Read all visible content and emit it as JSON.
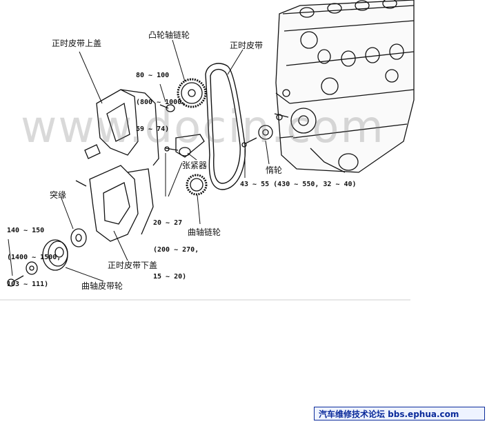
{
  "labels": {
    "upper_cover": "正时皮带上盖",
    "cam_sprocket": "凸轮轴链轮",
    "timing_belt": "正时皮带",
    "tensioner": "张紧器",
    "idler": "惰轮",
    "flange": "突缘",
    "crank_sprocket": "曲轴链轮",
    "lower_cover": "正时皮带下盖",
    "crank_pulley": "曲轴皮带轮"
  },
  "torques": {
    "cam": [
      "80 ~ 100",
      "(800 ~ 1000,",
      "59 ~ 74)"
    ],
    "tensioner": [
      "20 ~ 27",
      "(200 ~ 270,",
      "15 ~ 20)"
    ],
    "crank": [
      "140 ~ 150",
      "(1400 ~ 1500,",
      "103 ~ 111)"
    ],
    "idler": "43 ~ 55 (430 ~ 550, 32 ~ 40)"
  },
  "watermark": "www.docin.com",
  "footer": "汽车维修技术论坛 bbs.ephua.com"
}
